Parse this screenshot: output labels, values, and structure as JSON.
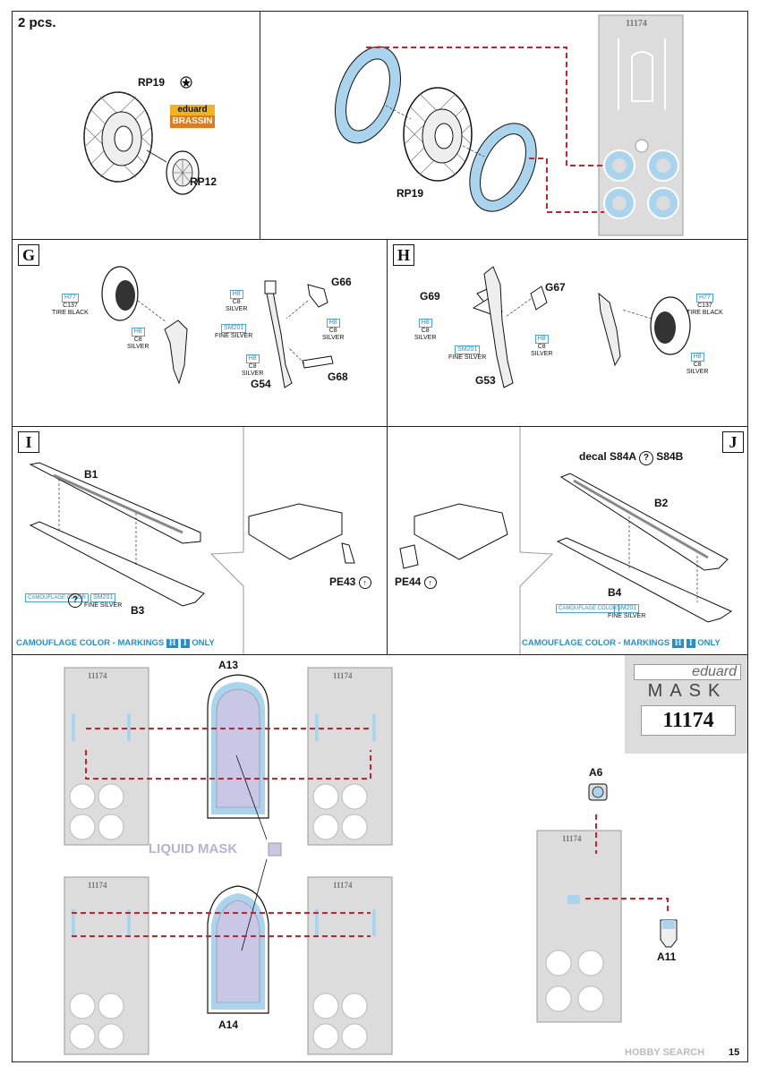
{
  "top": {
    "qty": "2 pcs.",
    "rp19": "RP19",
    "rp12": "RP12",
    "brand_top": "eduard",
    "brand_bottom": "BRASSIN",
    "rp19_right": "RP19",
    "mask_number": "11174"
  },
  "step_g": {
    "letter": "G",
    "parts": {
      "g66": "G66",
      "g54": "G54",
      "g68": "G68"
    },
    "colors": {
      "tire": {
        "code": "H77",
        "code2": "C137",
        "name": "TIRE BLACK"
      },
      "silver": {
        "code": "H8",
        "code2": "C8",
        "name": "SILVER"
      },
      "fine_silver": {
        "code": "SM201",
        "name": "FINE SILVER"
      }
    }
  },
  "step_h": {
    "letter": "H",
    "parts": {
      "g69": "G69",
      "g67": "G67",
      "g53": "G53"
    }
  },
  "step_i": {
    "letter": "I",
    "b1": "B1",
    "b3": "B3",
    "pe43": "PE43",
    "camo_code": "CAMOUFLAGE COLOR",
    "bar_text": "CAMOUFLAGE COLOR - MARKINGS",
    "bar_h": "H",
    "bar_i": "I",
    "bar_only": "ONLY"
  },
  "step_j": {
    "letter": "J",
    "decal_prefix": "decal S84A",
    "decal_suffix": "S84B",
    "b2": "B2",
    "b4": "B4",
    "pe44": "PE44"
  },
  "bottom": {
    "a13": "A13",
    "a14": "A14",
    "liquid_mask": "LIQUID MASK",
    "a6": "A6",
    "a11": "A11",
    "logo_top": "eduard",
    "logo_mask": "MASK",
    "logo_number": "11174",
    "page_no": "15",
    "watermark": "HOBBY SEARCH"
  },
  "colors": {
    "mask_blue": "#a9d4ee",
    "liquid_mask": "#c9c7e6",
    "red_dash": "#d21f2a",
    "callout_blue": "#1f8fd2",
    "sheet_grey": "#dcdcdc"
  }
}
